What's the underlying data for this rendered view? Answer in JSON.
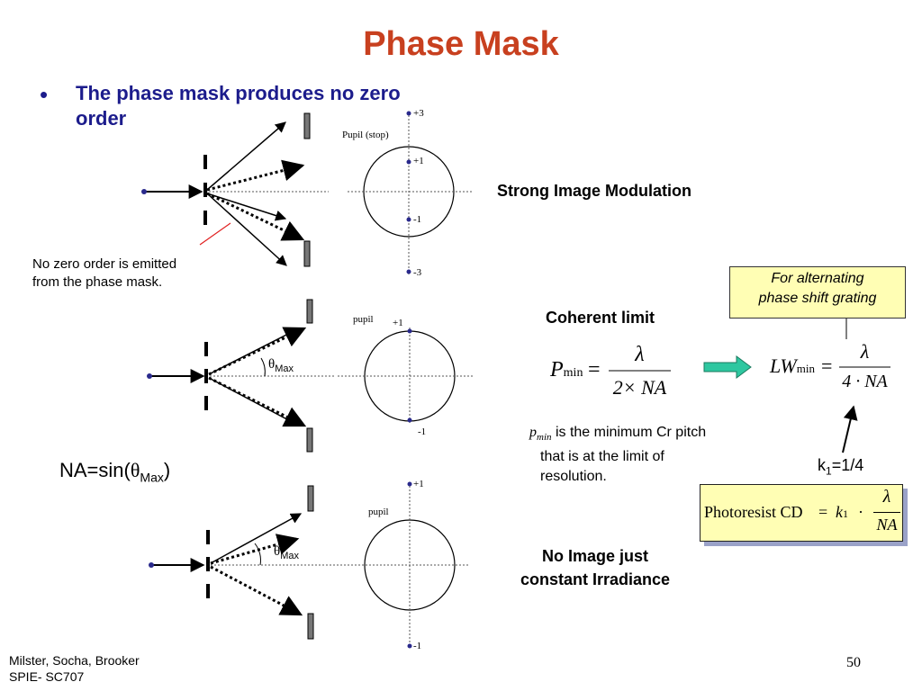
{
  "slide": {
    "title": "Phase Mask",
    "bullet": "The phase mask produces no zero order",
    "page_number": "50",
    "footer_line1": "Milster, Socha, Brooker",
    "footer_line2": "SPIE- SC707"
  },
  "labels": {
    "no_zero_order_line1": "No zero order is emitted",
    "no_zero_order_line2": "from the phase mask.",
    "pupil_stop": "Pupil (stop)",
    "pupil": "pupil",
    "order_p3": "+3",
    "order_p1": "+1",
    "order_m1": "-1",
    "order_m3": "-3",
    "theta": "θ",
    "theta_sub": "Max",
    "na_prefix": "NA=sin(",
    "na_suffix": ")",
    "strong_modulation": "Strong Image Modulation",
    "coherent_limit": "Coherent limit",
    "no_image_line1": "No Image just",
    "no_image_line2": "constant Irradiance",
    "pmin_desc_line1": "is the minimum Cr pitch",
    "pmin_desc_line2": "that is at the limit of",
    "pmin_desc_line3": "resolution.",
    "pmin_symbol": "p",
    "pmin_sub": "min",
    "alt_line1": "For  alternating",
    "alt_line2": "phase shift grating",
    "k1_label": "k",
    "k1_sub": "1",
    "k1_value": "=1/4"
  },
  "equations": {
    "pmin_lhs": "P",
    "pmin_lhs_sub": "min",
    "eq": "=",
    "lambda": "λ",
    "pmin_den": "2× NA",
    "lw_lhs": "LW",
    "lw_lhs_sub": "min",
    "lw_den": "4 · NA",
    "photo_lhs": "Photoresist CD",
    "photo_k": "k",
    "photo_k_sub": "1",
    "photo_dot": "·",
    "photo_den": "NA"
  },
  "colors": {
    "title": "#c8401f",
    "bullet": "#1c1c8c",
    "note_fill": "#fffeb4",
    "arrow_fill": "#2ec7a0",
    "red_line": "#e02020",
    "dot": "#2a2a8c"
  }
}
